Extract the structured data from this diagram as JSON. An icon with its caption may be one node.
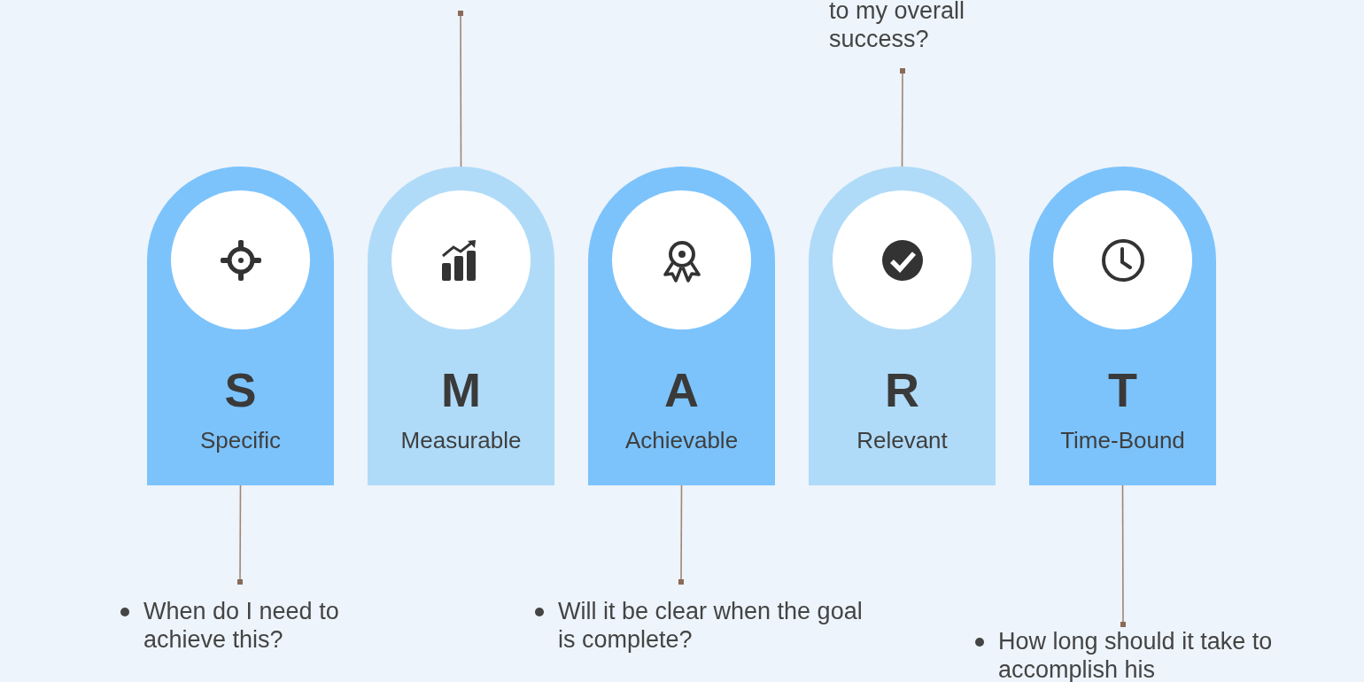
{
  "diagram": {
    "nodes": [
      {
        "text": [
          "to my overall success?"
        ]
      },
      {
        "text": [
          "S",
          "Specific"
        ]
      },
      {
        "text": [
          "M",
          "Measurable"
        ]
      },
      {
        "text": [
          "A",
          "Achievable"
        ]
      },
      {
        "text": [
          "R",
          "Relevant"
        ]
      },
      {
        "text": [
          "T",
          "Time-Bound"
        ]
      },
      {
        "text": [
          "When do I need to achieve this?"
        ]
      },
      {
        "text": [
          "Will it be clear when the goal is complete?"
        ]
      },
      {
        "text": [
          "How long should it take to accomplish his"
        ]
      }
    ],
    "edges": [
      {
        "from": null,
        "to": 2,
        "arrow": "other"
      },
      {
        "from": 0,
        "to": 4,
        "arrow": "other"
      },
      {
        "from": 6,
        "to": 1,
        "arrow": "other"
      },
      {
        "from": 7,
        "to": 3,
        "arrow": "other"
      },
      {
        "from": 8,
        "to": 5,
        "arrow": "other"
      }
    ]
  }
}
